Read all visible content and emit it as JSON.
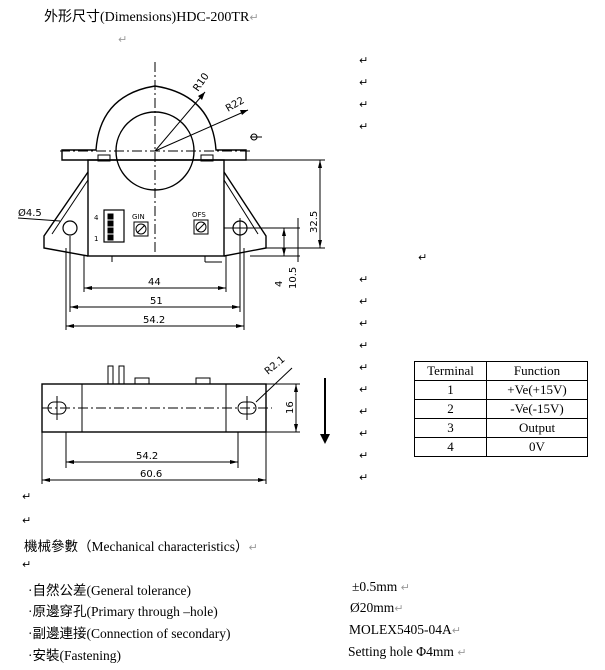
{
  "title": "外形尺寸(Dimensions)HDC-200TR",
  "return_mark": "↵",
  "drawing_top": {
    "dims": {
      "r10": "R10",
      "r22": "R22",
      "phi45": "Ø4.5",
      "d44": "44",
      "d51": "51",
      "d542": "54.2",
      "d325": "32.5",
      "d4": "4",
      "d105": "10.5"
    },
    "labels": {
      "gin": "GIN",
      "ofs": "OFS",
      "pin4": "4",
      "pin1": "1"
    }
  },
  "drawing_side": {
    "dims": {
      "r21": "R2.1",
      "d16": "16",
      "d542": "54.2",
      "d606": "60.6"
    }
  },
  "terminal_table": {
    "headers": [
      "Terminal",
      "Function"
    ],
    "rows": [
      [
        "1",
        "+Ve(+15V)"
      ],
      [
        "2",
        "-Ve(-15V)"
      ],
      [
        "3",
        "Output"
      ],
      [
        "4",
        "0V"
      ]
    ]
  },
  "mechanical": {
    "heading": "機械參數（Mechanical characteristics）",
    "items": [
      {
        "label": "·自然公差(General tolerance)",
        "value": "±0.5mm"
      },
      {
        "label": "·原邊穿孔(Primary through –hole)",
        "value": "Ø20mm"
      },
      {
        "label": "·副邊連接(Connection of secondary)",
        "value": "MOLEX5405-04A"
      },
      {
        "label": "·安裝(Fastening)",
        "value": "Setting hole Φ4mm"
      }
    ]
  }
}
